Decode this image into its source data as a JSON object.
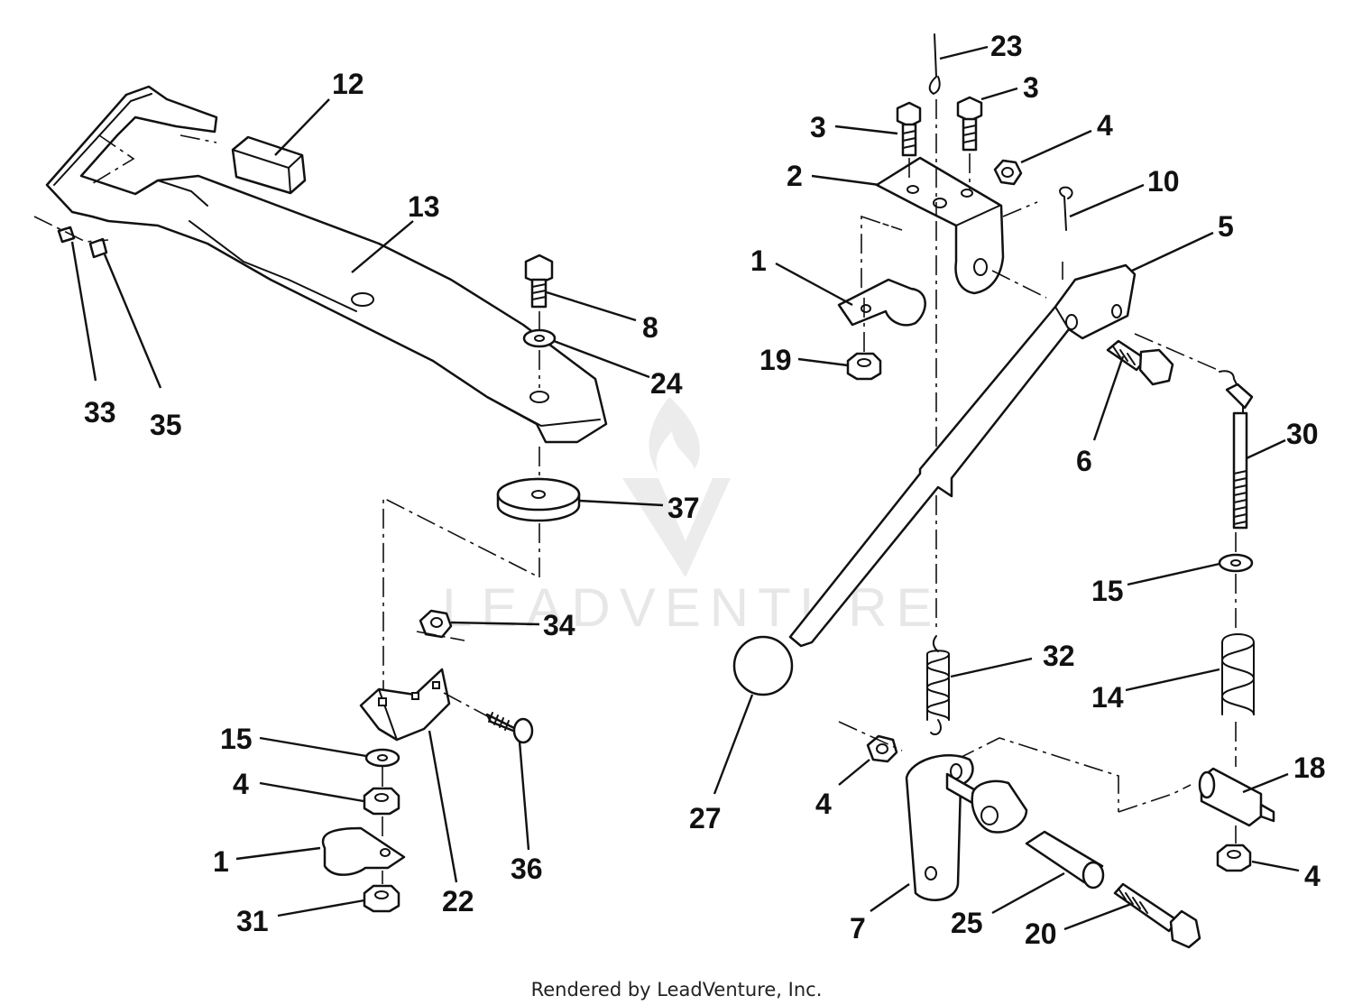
{
  "callouts": {
    "c12": "12",
    "c13": "13",
    "c33": "33",
    "c35": "35",
    "c8": "8",
    "c24": "24",
    "c37": "37",
    "c34": "34",
    "c15a": "15",
    "c4a": "4",
    "c1a": "1",
    "c31": "31",
    "c22": "22",
    "c36": "36",
    "c23": "23",
    "c3a": "3",
    "c3b": "3",
    "c4b": "4",
    "c2": "2",
    "c10": "10",
    "c5": "5",
    "c1b": "1",
    "c19": "19",
    "c6": "6",
    "c30": "30",
    "c15b": "15",
    "c32": "32",
    "c14": "14",
    "c27": "27",
    "c4c": "4",
    "c18": "18",
    "c4d": "4",
    "c7": "7",
    "c25": "25",
    "c20": "20"
  },
  "watermark": {
    "text": "LEADVENTURE",
    "logo": "flame-v-logo-icon"
  },
  "footer": {
    "text": "Rendered by LeadVenture, Inc."
  }
}
